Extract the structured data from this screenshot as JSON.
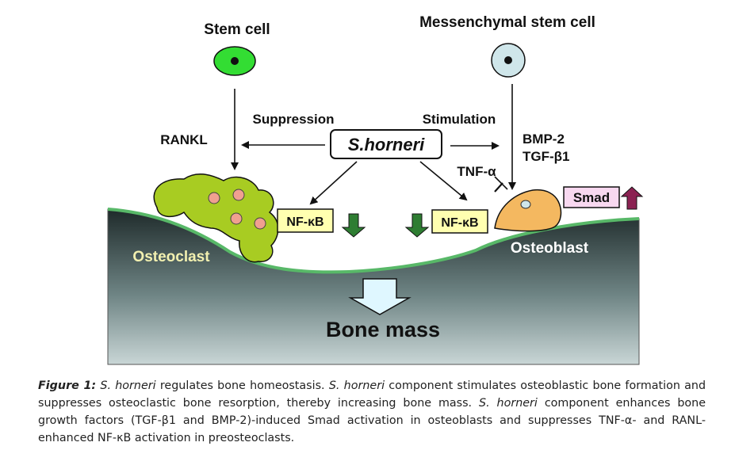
{
  "diagram": {
    "labels": {
      "stem_cell": "Stem cell",
      "msc": "Messenchymal stem cell",
      "suppression": "Suppression",
      "stimulation": "Stimulation",
      "rankl": "RANKL",
      "center": "S.horneri",
      "bmp2": "BMP-2",
      "tgfb1": "TGF-β1",
      "tnfa": "TNF-α",
      "smad": "Smad",
      "nfkb_left": "NF-κB",
      "nfkb_right": "NF-κB",
      "osteoclast": "Osteoclast",
      "osteoblast": "Osteoblast",
      "bone_mass": "Bone mass"
    },
    "colors": {
      "stem_cell": "#33dd33",
      "msc": "#cfe6ea",
      "osteoclast": "#a8cc22",
      "osteoclast_nuclei": "#f0a090",
      "osteoblast": "#f4b860",
      "nfkb_box": "#ffffb0",
      "smad_box": "#f8d8f0",
      "down_arrow": "#2e7d32",
      "up_arrow": "#8b2252",
      "bone_top": "#c9d6d6",
      "bone_bottom": "#1e2a2a",
      "bone_edge": "#58b868",
      "bone_mass_arrow": "#dff7ff"
    }
  },
  "caption": {
    "fig_label": "Figure 1:",
    "p1_species": "S. horneri",
    "p1_text": " regulates bone homeostasis. ",
    "p2_species": "S. horneri",
    "p2_text": " component stimulates osteoblastic bone formation and suppresses osteoclastic bone resorption, thereby increasing bone mass. ",
    "p3_species": "S. horneri",
    "p3_text": " component enhances bone growth factors (TGF-β1 and BMP-2)-induced Smad activation in osteoblasts and suppresses TNF-α- and RANL-enhanced NF-κB activation in preosteoclasts."
  }
}
